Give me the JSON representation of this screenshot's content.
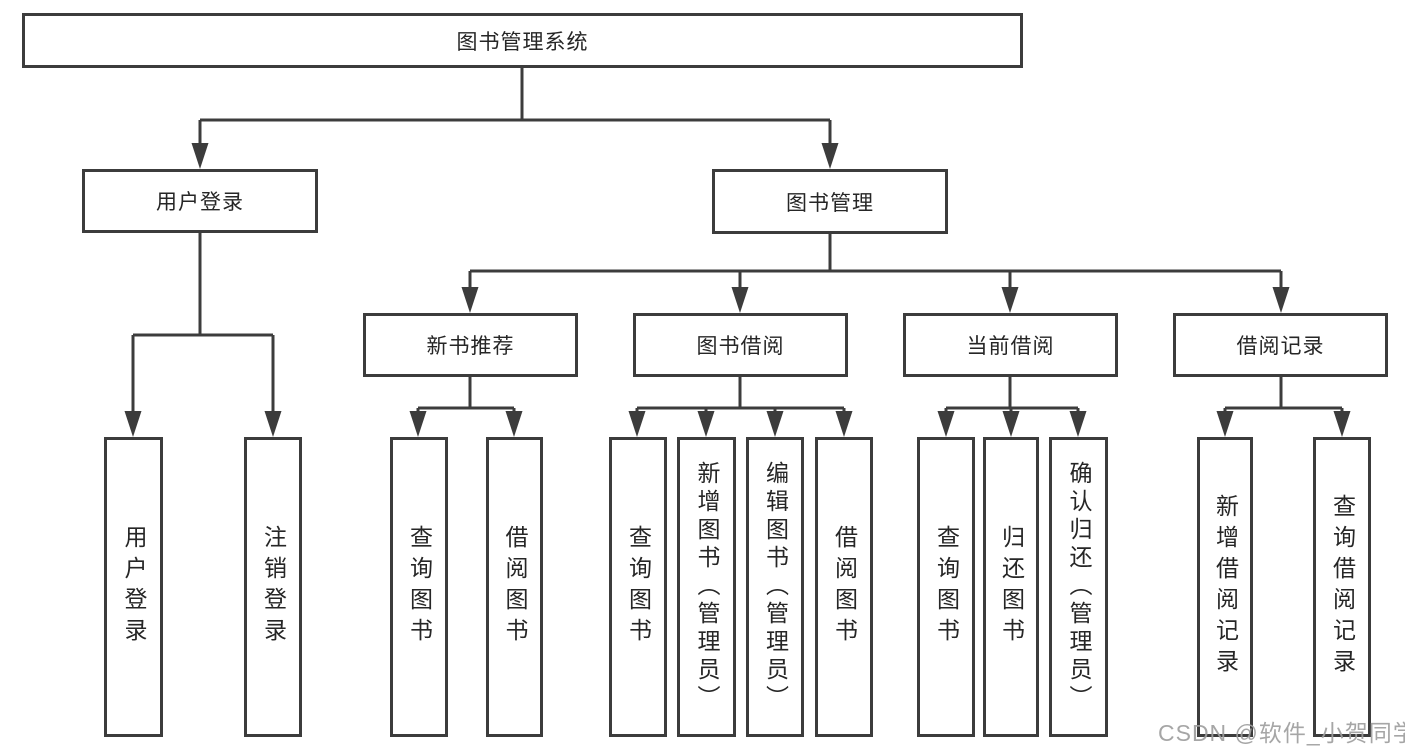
{
  "diagram_type": "hierarchy-tree",
  "colors": {
    "line": "#3c3c3c",
    "box_border": "#3c3c3c",
    "text": "#262626",
    "watermark": "#9e9e9e",
    "background": "#ffffff"
  },
  "tree": {
    "root": {
      "label": "图书管理系统",
      "children": [
        {
          "label": "用户登录",
          "children": [
            {
              "label": "用户登录"
            },
            {
              "label": "注销登录"
            }
          ]
        },
        {
          "label": "图书管理",
          "children": [
            {
              "label": "新书推荐",
              "children": [
                {
                  "label": "查询图书"
                },
                {
                  "label": "借阅图书"
                }
              ]
            },
            {
              "label": "图书借阅",
              "children": [
                {
                  "label": "查询图书"
                },
                {
                  "label": "新增图书（管理员）"
                },
                {
                  "label": "编辑图书（管理员）"
                },
                {
                  "label": "借阅图书"
                }
              ]
            },
            {
              "label": "当前借阅",
              "children": [
                {
                  "label": "查询图书"
                },
                {
                  "label": "归还图书"
                },
                {
                  "label": "确认归还（管理员）"
                }
              ]
            },
            {
              "label": "借阅记录",
              "children": [
                {
                  "label": "新增借阅记录"
                },
                {
                  "label": "查询借阅记录"
                }
              ]
            }
          ]
        }
      ]
    }
  },
  "watermark": {
    "text": "CSDN @软件_小贺同学"
  }
}
